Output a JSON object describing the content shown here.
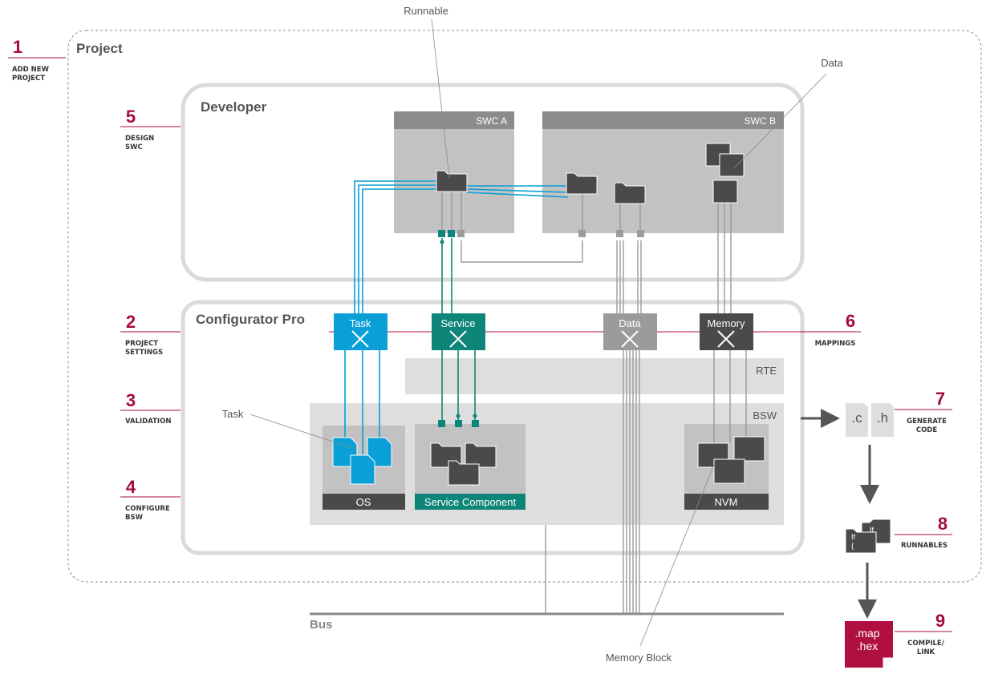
{
  "colors": {
    "accent": "#a60b3d",
    "task": "#0a9fd6",
    "service": "#0e8579",
    "data": "#9b9b9b",
    "memory": "#4a4a4a",
    "panel": "#dedede",
    "swc": "#c2c2c2",
    "swc_header": "#8c8c8c",
    "dark_box": "#555555",
    "line": "#8a8a8a",
    "compile": "#b0103f"
  },
  "project": {
    "title": "Project"
  },
  "developer": {
    "title": "Developer"
  },
  "configurator": {
    "title": "Configurator Pro"
  },
  "swc_a": {
    "label": "SWC A"
  },
  "swc_b": {
    "label": "SWC B"
  },
  "callouts": {
    "runnable": "Runnable",
    "data": "Data",
    "task": "Task",
    "memory_block": "Memory Block"
  },
  "mappings": {
    "task": "Task",
    "service": "Service",
    "data": "Data",
    "memory": "Memory"
  },
  "layers": {
    "rte": "RTE",
    "bsw": "BSW"
  },
  "bsw_modules": {
    "os": "OS",
    "service_component": "Service Component",
    "nvm": "NVM"
  },
  "bus": {
    "label": "Bus"
  },
  "outputs": {
    "c_file": ".c",
    "h_file": ".h",
    "runnable_code_a": "If",
    "runnable_code_b": "If",
    "runnable_code_c": "{",
    "map": ".map",
    "hex": ".hex"
  },
  "steps": [
    {
      "number": "1",
      "line1": "ADD NEW",
      "line2": "PROJECT"
    },
    {
      "number": "2",
      "line1": "PROJECT",
      "line2": "SETTINGS"
    },
    {
      "number": "3",
      "line1": "VALIDATION",
      "line2": ""
    },
    {
      "number": "4",
      "line1": "CONFIGURE",
      "line2": "BSW"
    },
    {
      "number": "5",
      "line1": "DESIGN",
      "line2": "SWC"
    },
    {
      "number": "6",
      "line1": "MAPPINGS",
      "line2": ""
    },
    {
      "number": "7",
      "line1": "GENERATE",
      "line2": "CODE"
    },
    {
      "number": "8",
      "line1": "RUNNABLES",
      "line2": ""
    },
    {
      "number": "9",
      "line1": "COMPILE/",
      "line2": "LINK"
    }
  ]
}
